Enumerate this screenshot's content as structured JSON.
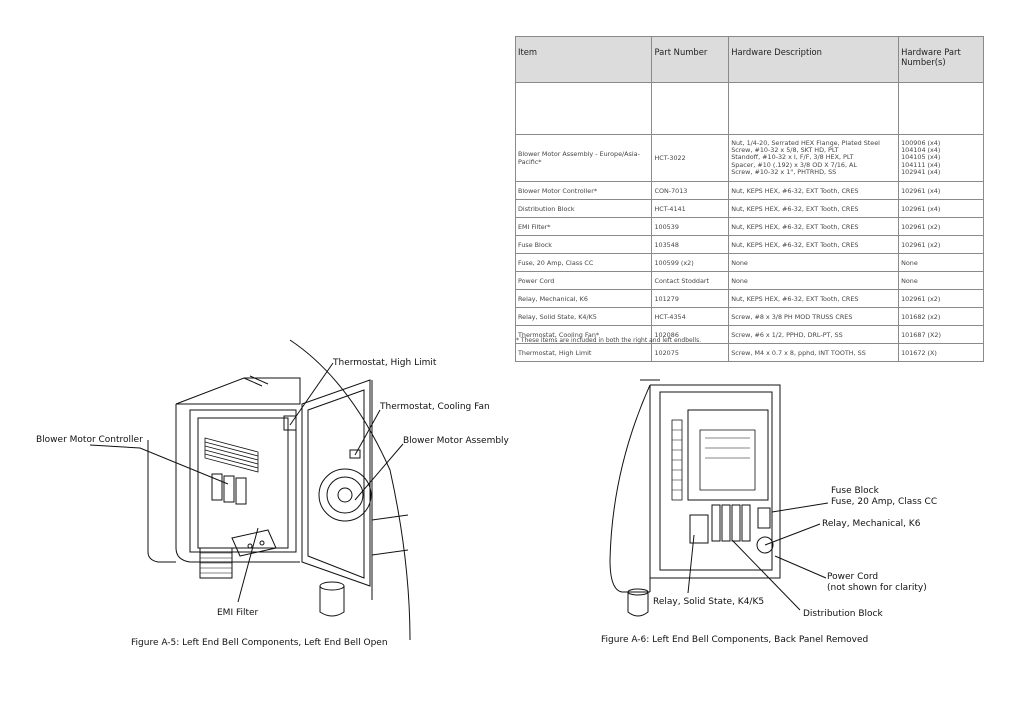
{
  "table": {
    "headers": [
      "Item",
      "Part Number",
      "Hardware Description",
      "Hardware Part Number(s)"
    ],
    "multi_row": {
      "item": "Blower Motor Assembly - Europe/Asia-Pacific*",
      "part": "HCT-3022",
      "desc": [
        "Nut, 1/4-20, Serrated HEX Flange, Plated Steel",
        "Screw, #10-32 x 5/8, SKT HD, PLT",
        "Standoff, #10-32 x I, F/F, 3/8 HEX, PLT",
        "Spacer, #10 (.192) x 3/8 OD X 7/16, AL",
        "Screw, #10-32 x 1\", PHTRHD, SS"
      ],
      "hw": [
        "100906 (x4)",
        "104104 (x4)",
        "104105 (x4)",
        "104111 (x4)",
        "102941 (x4)"
      ]
    },
    "rows": [
      {
        "item": "Blower Motor Controller*",
        "part": "CON-7013",
        "desc": "Nut, KEPS HEX, #6-32, EXT Tooth, CRES",
        "hw": "102961 (x4)"
      },
      {
        "item": "Distribution Block",
        "part": "HCT-4141",
        "desc": "Nut, KEPS HEX, #6-32, EXT Tooth, CRES",
        "hw": "102961 (x4)"
      },
      {
        "item": "EMI Filter*",
        "part": "100539",
        "desc": "Nut, KEPS HEX, #6-32, EXT Tooth, CRES",
        "hw": "102961 (x2)"
      },
      {
        "item": "Fuse Block",
        "part": "103548",
        "desc": "Nut, KEPS HEX, #6-32, EXT Tooth, CRES",
        "hw": "102961 (x2)"
      },
      {
        "item": "Fuse, 20 Amp, Class CC",
        "part": "100599 (x2)",
        "desc": "None",
        "hw": "None"
      },
      {
        "item": "Power Cord",
        "part": "Contact Stoddart",
        "desc": "None",
        "hw": "None"
      },
      {
        "item": "Relay, Mechanical, K6",
        "part": "101279",
        "desc": "Nut, KEPS HEX, #6-32, EXT Tooth, CRES",
        "hw": "102961 (x2)"
      },
      {
        "item": "Relay, Solid State, K4/K5",
        "part": "HCT-4354",
        "desc": "Screw, #8 x 3/8 PH MOD TRUSS CRES",
        "hw": "101682 (x2)"
      },
      {
        "item": "Thermostat, Cooling Fan*",
        "part": "102086",
        "desc": "Screw, #6 x 1/2, PPHD, DRL-PT, SS",
        "hw": "101687 (X2)"
      },
      {
        "item": "Thermostat, High Limit",
        "part": "102075",
        "desc": "Screw, M4 x 0.7 x 8, pphd, INT TOOTH, SS",
        "hw": "101672 (X)"
      }
    ],
    "footnote": "* These items are included in both the right and left endbells."
  },
  "figure_a5": {
    "callouts": {
      "thermostat_high_limit": "Thermostat, High Limit",
      "thermostat_cooling_fan": "Thermostat, Cooling Fan",
      "blower_motor_controller": "Blower Motor Controller",
      "blower_motor_assembly": "Blower Motor Assembly",
      "emi_filter": "EMI Filter"
    },
    "caption": "Figure A-5: Left End Bell Components, Left End Bell Open"
  },
  "figure_a6": {
    "callouts": {
      "fuse_block": "Fuse Block",
      "fuse_20amp": "Fuse, 20 Amp, Class CC",
      "relay_mechanical": "Relay, Mechanical, K6",
      "power_cord": "Power Cord",
      "power_cord_note": "(not shown for clarity)",
      "relay_solid_state": "Relay, Solid State, K4/K5",
      "distribution_block": "Distribution Block"
    },
    "caption": "Figure A-6: Left End Bell Components, Back Panel Removed"
  }
}
